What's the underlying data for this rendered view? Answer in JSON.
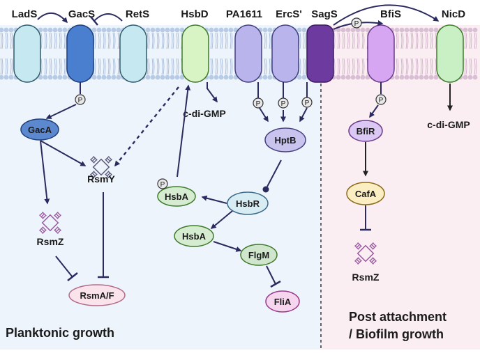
{
  "receptors": {
    "lads": "LadS",
    "gacs": "GacS",
    "rets": "RetS",
    "hsbd": "HsbD",
    "pa1611": "PA1611",
    "ercs": "ErcS'",
    "sags": "SagS",
    "bfis": "BfiS",
    "nicd": "NicD"
  },
  "nodes": {
    "gaca": "GacA",
    "rsmy": "RsmY",
    "rsmz_left": "RsmZ",
    "rsma_f": "RsmA/F",
    "cdigmp_left": "c-di-GMP",
    "hsba_p": "HsbA",
    "hsbr": "HsbR",
    "hsba": "HsbA",
    "hptb": "HptB",
    "flgm": "FlgM",
    "flia": "FliA",
    "bfir": "BfiR",
    "cafa": "CafA",
    "rsmz_right": "RsmZ",
    "cdigmp_right": "c-di-GMP"
  },
  "phospho_symbol": "P",
  "regions": {
    "left": "Planktonic growth",
    "right_line1": "Post attachment",
    "right_line2": "/ Biofilm growth"
  },
  "colors": {
    "left_bg": "#eef4fb",
    "right_bg": "#fbeef3",
    "arrow": "#2b2a5e",
    "gaca_fill": "#5b88cf",
    "hptb_fill": "#c8c4ee",
    "bfir_fill": "#dcc8f4",
    "cafa_fill": "#fbeec2",
    "hsba_fill": "#d6ecd0",
    "hsbr_fill": "#d8ecf4",
    "flgm_fill": "#cfe6cc",
    "flia_fill": "#f6d6ef",
    "rsma_fill": "#fbe3ec",
    "sags_fill": "#6d3aa0",
    "bfis_fill": "#d7a6f2",
    "nicd_fill": "#c8f0c4",
    "hsbd_fill": "#d8f3c4",
    "gacs_fill": "#4a7fd0",
    "lads_fill": "#c6e8f0"
  }
}
